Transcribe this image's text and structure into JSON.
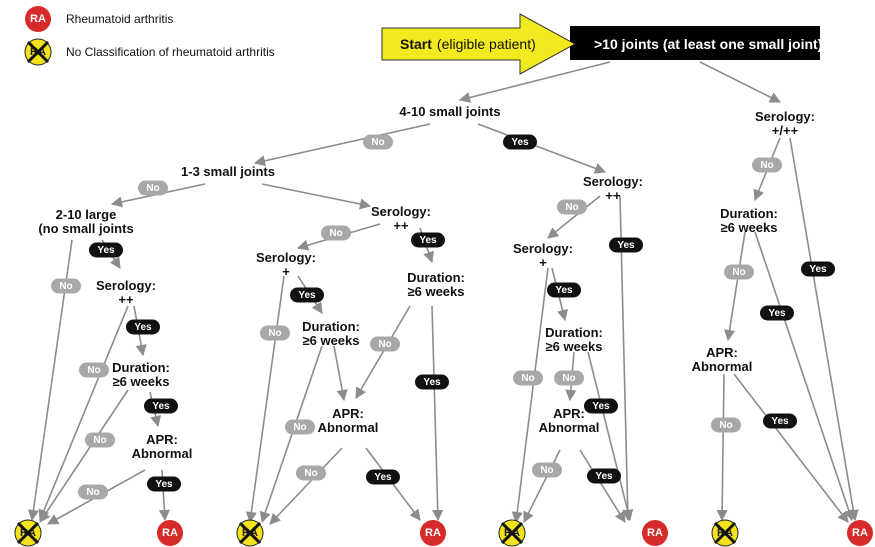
{
  "legend": {
    "ra_badge": "RA",
    "ra_label": "Rheumatoid arthritis",
    "no_ra_badge": "RA",
    "no_ra_label": "No Classification of rheumatoid arthritis"
  },
  "start": {
    "prefix": "Start",
    "suffix": "(eligible patient)",
    "criterion": ">10 joints (at least one small joint)"
  },
  "nodes": {
    "n4_10": [
      "4-10 small joints"
    ],
    "n1_3": [
      "1-3 small joints"
    ],
    "n2_10": [
      "2-10 large",
      "(no small joints"
    ],
    "serA": [
      "Serology:",
      "++"
    ],
    "durA": [
      "Duration:",
      "≥6 weeks"
    ],
    "aprA": [
      "APR:",
      "Abnormal"
    ],
    "serB": [
      "Serology:",
      "++"
    ],
    "serB2": [
      "Serology:",
      "+"
    ],
    "durB2": [
      "Duration:",
      "≥6 weeks"
    ],
    "durB": [
      "Duration:",
      "≥6 weeks"
    ],
    "aprB": [
      "APR:",
      "Abnormal"
    ],
    "serC": [
      "Serology:",
      "++"
    ],
    "serC2": [
      "Serology:",
      "+"
    ],
    "durC": [
      "Duration:",
      "≥6 weeks"
    ],
    "aprC": [
      "APR:",
      "Abnormal"
    ],
    "serD": [
      "Serology:",
      "+/++"
    ],
    "durD": [
      "Duration:",
      "≥6 weeks"
    ],
    "aprD": [
      "APR:",
      "Abnormal"
    ]
  },
  "labels": {
    "yes": "Yes",
    "no": "No",
    "ra": "RA"
  },
  "colors": {
    "ra_red": "#d62b2b",
    "no_yellow": "#f3e21c",
    "arrow_yellow": "#f2ea1e",
    "yes_pill": "#111111",
    "no_pill": "#a8a8a8",
    "edge": "#8c8c8c",
    "bar": "#000000"
  }
}
